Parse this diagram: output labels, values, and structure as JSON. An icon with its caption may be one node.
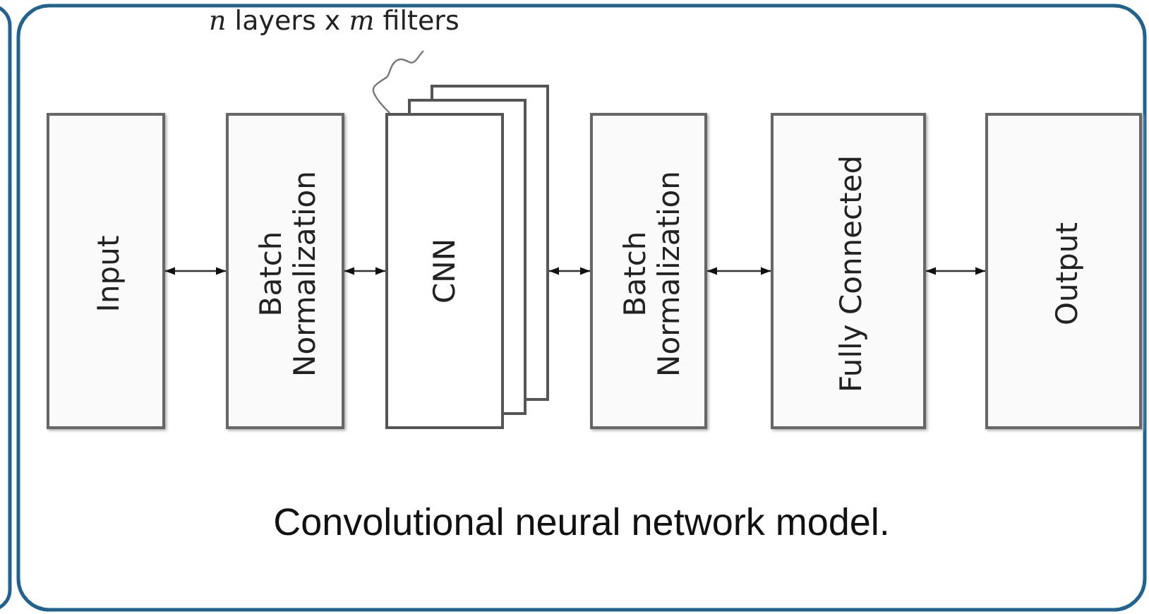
{
  "diagram": {
    "caption": "Convolutional neural network model.",
    "nodes": [
      {
        "text": [
          "Input"
        ]
      },
      {
        "text": [
          "Batch Normalization"
        ]
      },
      {
        "text": [
          "CNN"
        ],
        "beside": [
          "*n* layers x *m* filters"
        ]
      },
      {
        "text": [
          "Batch Normalization"
        ]
      },
      {
        "text": [
          "Fully Connected"
        ]
      },
      {
        "text": [
          "Output"
        ]
      }
    ],
    "edges": [
      {
        "from": 0,
        "to": 1,
        "arrow": "both"
      },
      {
        "from": 1,
        "to": 2,
        "arrow": "both"
      },
      {
        "from": 2,
        "to": 3,
        "arrow": "both"
      },
      {
        "from": 3,
        "to": 4,
        "arrow": "both"
      },
      {
        "from": 4,
        "to": 5,
        "arrow": "both"
      }
    ]
  }
}
